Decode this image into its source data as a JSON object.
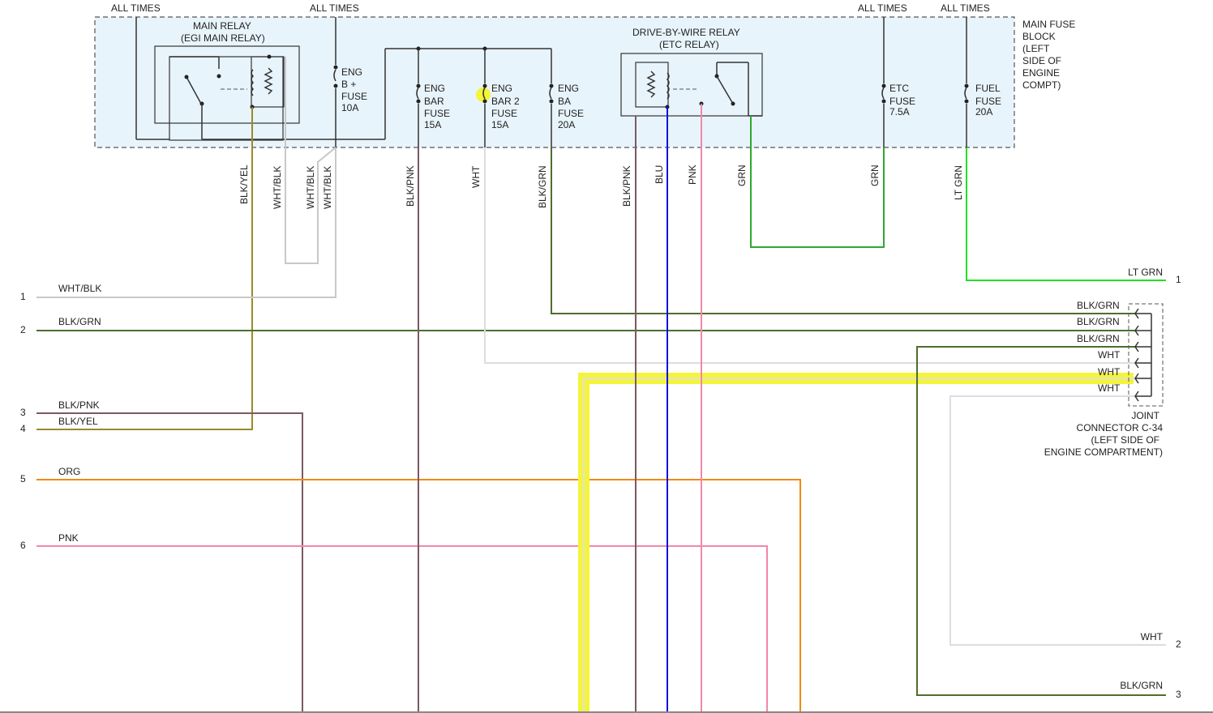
{
  "colors": {
    "wht": "#c8c8c8",
    "blk_grn": "#4e6e2e",
    "blk_pnk": "#7a5a62",
    "blk_yel": "#9a8a2a",
    "org": "#f08a10",
    "pnk": "#f088a8",
    "blu": "#1010e0",
    "grn": "#2fa82f",
    "lt_grn": "#22e022",
    "highlight": "#f4f43a",
    "fuse_block_bg": "#e8f4fc"
  },
  "power_labels": {
    "all_times": "ALL TIMES"
  },
  "fuse_block": {
    "label": [
      "MAIN FUSE",
      "BLOCK",
      "(LEFT",
      "SIDE OF",
      "ENGINE",
      "COMPT)"
    ]
  },
  "main_relay": {
    "title": "MAIN RELAY",
    "subtitle": "(EGI MAIN RELAY)"
  },
  "etc_relay": {
    "title": "DRIVE-BY-WIRE RELAY",
    "subtitle": "(ETC RELAY)"
  },
  "fuses": {
    "eng_b": [
      "ENG",
      "B +",
      "FUSE",
      "10A"
    ],
    "eng_bar": [
      "ENG",
      "BAR",
      "FUSE",
      "15A"
    ],
    "eng_bar2": [
      "ENG",
      "BAR 2",
      "FUSE",
      "15A"
    ],
    "eng_ba": [
      "ENG",
      "BA",
      "FUSE",
      "20A"
    ],
    "etc": [
      "ETC",
      "FUSE",
      "7.5A"
    ],
    "fuel": [
      "FUEL",
      "FUSE",
      "20A"
    ]
  },
  "vertical_wire_labels": {
    "blk_yel": "BLK/YEL",
    "wht_blk_1": "WHT/BLK",
    "wht_blk_2": "WHT/BLK",
    "wht_blk_3": "WHT/BLK",
    "blk_pnk_1": "BLK/PNK",
    "wht": "WHT",
    "blk_grn": "BLK/GRN",
    "blk_pnk_2": "BLK/PNK",
    "blu": "BLU",
    "pnk": "PNK",
    "grn_1": "GRN",
    "grn_2": "GRN",
    "lt_grn": "LT GRN"
  },
  "left_pins": [
    {
      "num": "1",
      "label": "WHT/BLK"
    },
    {
      "num": "2",
      "label": "BLK/GRN"
    },
    {
      "num": "3",
      "label": "BLK/PNK"
    },
    {
      "num": "4",
      "label": "BLK/YEL"
    },
    {
      "num": "5",
      "label": "ORG"
    },
    {
      "num": "6",
      "label": "PNK"
    }
  ],
  "right_pins": [
    {
      "num": "1",
      "label": "LT GRN"
    },
    {
      "num": "2",
      "label": "WHT"
    },
    {
      "num": "3",
      "label": "BLK/GRN"
    }
  ],
  "joint_connector": {
    "wire_labels": [
      "BLK/GRN",
      "BLK/GRN",
      "BLK/GRN",
      "WHT",
      "WHT",
      "WHT"
    ],
    "label": [
      "JOINT",
      "CONNECTOR C-34",
      "(LEFT SIDE OF",
      "ENGINE COMPARTMENT)"
    ]
  }
}
